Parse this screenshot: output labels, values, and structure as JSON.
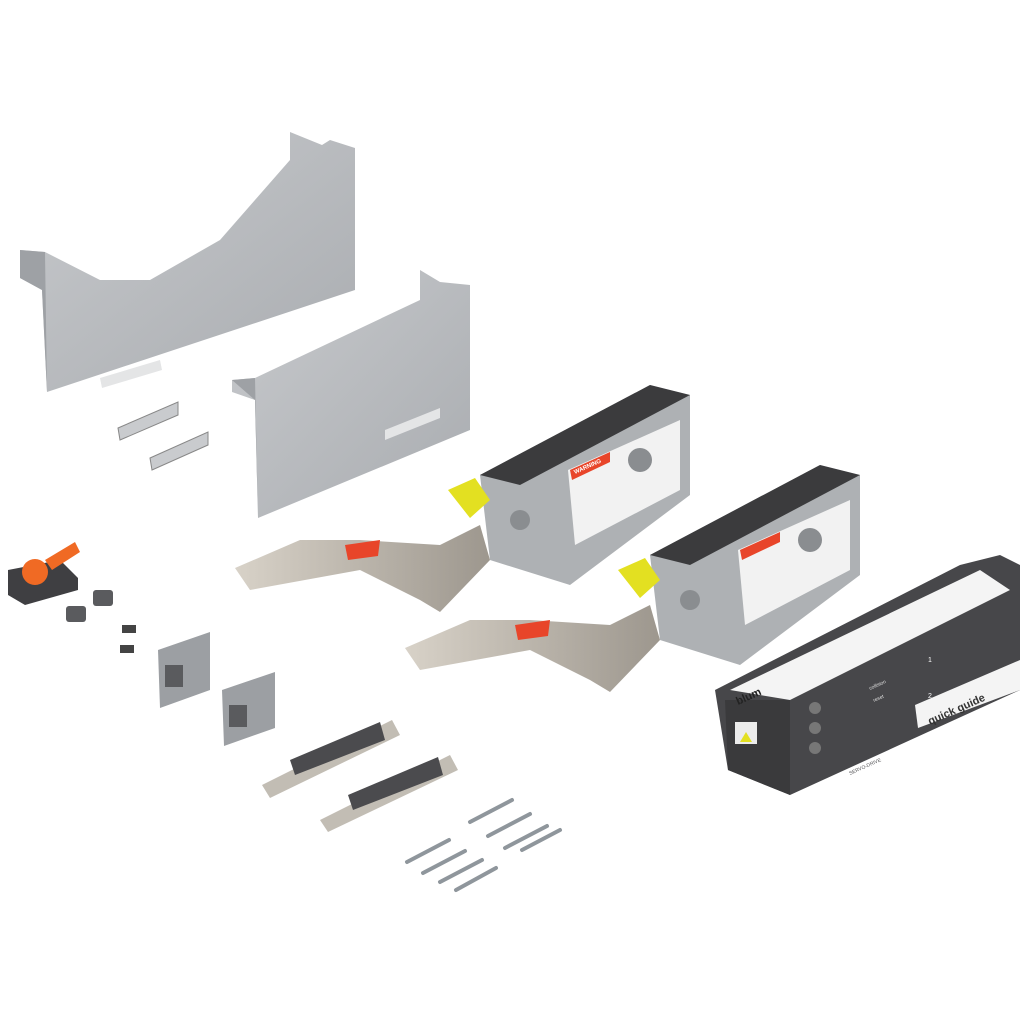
{
  "product": {
    "brand": "blum",
    "quick_guide": "quick guide",
    "led_collision": "collision",
    "led_reset": "reset",
    "step_1": "1",
    "step_2": "2",
    "servo_label": "SERVO-DRIVE",
    "warning_label": "WARNING"
  },
  "colors": {
    "cover": "#b9bcbf",
    "mechanism_dark": "#3b3b3d",
    "metal": "#c8c2b8",
    "accent_yellow": "#e3e021",
    "accent_red": "#e8452a",
    "clip_orange": "#f06a24",
    "servo_body": "#47474a"
  }
}
